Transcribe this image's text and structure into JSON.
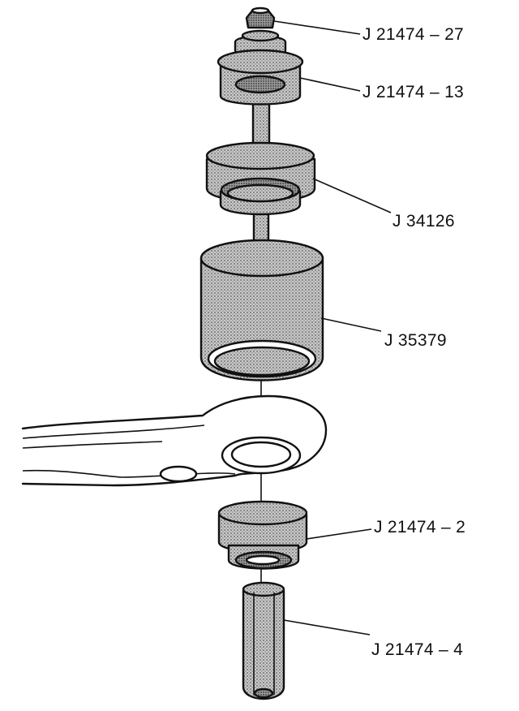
{
  "labels": {
    "j21474_27": "J 21474 – 27",
    "j21474_13": "J 21474 – 13",
    "j34126": "J 34126",
    "j35379": "J 35379",
    "j21474_2": "J 21474 – 2",
    "j21474_4": "J 21474 – 4"
  }
}
